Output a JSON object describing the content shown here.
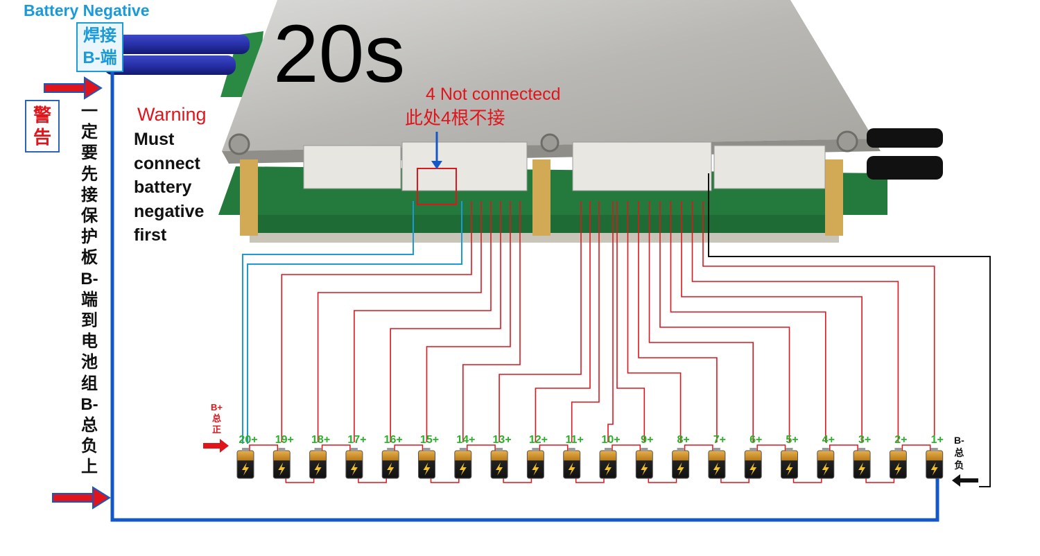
{
  "title": "20s",
  "battery_negative_label": "Battery Negative",
  "weld_label": [
    "焊接",
    "B-端"
  ],
  "warning_box": [
    "警",
    "告"
  ],
  "vertical_instruction": [
    "一",
    "定",
    "要",
    "先",
    "接",
    "保",
    "护",
    "板",
    "B-",
    "端",
    "到",
    "电",
    "池",
    "组",
    "B-",
    "总",
    "负",
    "上"
  ],
  "warning_label": "Warning",
  "must_connect_text": "Must connect battery negative first",
  "not_connected_label": "4 Not connectecd",
  "not_connected_cn": "此处4根不接",
  "b_plus_label": [
    "B+",
    "总",
    "正"
  ],
  "b_minus_label": [
    "B-",
    "总",
    "负"
  ],
  "cell_labels": [
    "20+",
    "19+",
    "18+",
    "17+",
    "16+",
    "15+",
    "14+",
    "13+",
    "12+",
    "11+",
    "10+",
    "9+",
    "8+",
    "7+",
    "6+",
    "5+",
    "4+",
    "3+",
    "2+",
    "1+"
  ],
  "colors": {
    "sense_wire": "#e0151c",
    "unused_wire": "#1a9ad9",
    "negative_wire": "#1458c8",
    "ground_wire": "#111111",
    "cell_label": "#2bb02b"
  }
}
